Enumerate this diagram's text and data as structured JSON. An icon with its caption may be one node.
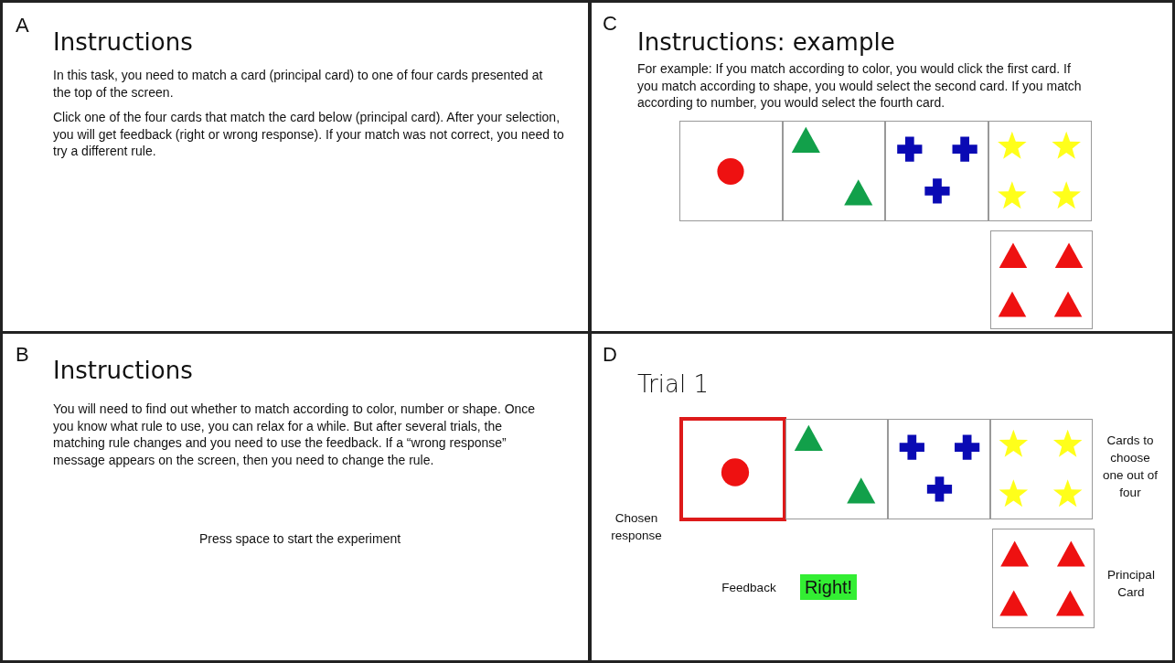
{
  "diagram": {
    "nodes": [
      {
        "text": [
          "Instructions",
          "In this task, you need to match a card (principal card) to one of four cards presented at the top of the screen.",
          "Click one of the four cards that match the card below (principal card). After your selection, you will get feedback (right or wrong response). If your match was not correct, you need to try a different rule."
        ]
      },
      {
        "text": [
          "Instructions: example",
          "For example: If you match according to color, you would click the first card. If you match according to shape, you would select the second card. If you match according to number, you would select the fourth card."
        ]
      },
      {
        "text": [],
        "shape": "box",
        "in": 1
      },
      {
        "text": [],
        "shape": "box",
        "in": 1
      },
      {
        "text": [],
        "shape": "box",
        "in": 1
      },
      {
        "text": [],
        "shape": "box",
        "in": 1
      },
      {
        "text": [],
        "shape": "box",
        "in": 1
      },
      {
        "text": [
          "Instructions",
          "You will need to find out whether to match according to color, number or shape. Once you know what rule to use, you can relax for a while. But after several trials, the matching rule changes and you need to use the feedback. If a “wrong response” message appears on the screen, then you need to change the rule.",
          "Press space to start the experiment"
        ]
      },
      {
        "text": [
          "Trial 1"
        ]
      },
      {
        "text": [],
        "shape": "box",
        "in": 8
      },
      {
        "text": [],
        "shape": "box",
        "in": 8
      },
      {
        "text": [],
        "shape": "box",
        "in": 8
      },
      {
        "text": [],
        "shape": "box",
        "in": 8
      },
      {
        "text": [],
        "shape": "box",
        "in": 8
      },
      {
        "text": [
          "Right!"
        ],
        "in": 8
      }
    ],
    "edges": [],
    "labels": [
      "A",
      "C",
      "B",
      "D",
      "Cards to choose one out of four",
      "Chosen response",
      "Principal Card",
      "Feedback"
    ]
  }
}
